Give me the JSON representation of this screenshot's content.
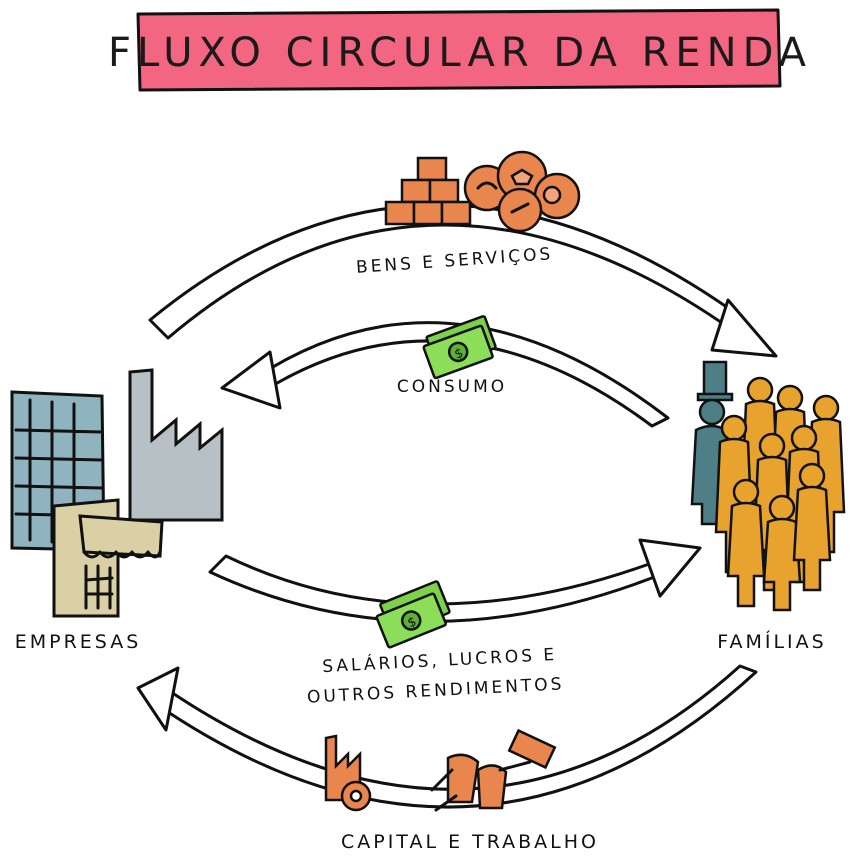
{
  "title": "FLUXO CIRCULAR DA RENDA",
  "nodes": {
    "left": "EMPRESAS",
    "right": "FAMÍLIAS"
  },
  "flows": {
    "goods": "BENS E SERVIÇOS",
    "consumption": "CONSUMO",
    "income_line1": "SALÁRIOS, LUCROS E",
    "income_line2": "OUTROS RENDIMENTOS",
    "factors": "CAPITAL E TRABALHO"
  },
  "colors": {
    "title_bg": "#f26681",
    "money": "#7ed14a",
    "goods": "#e8864e",
    "people": "#e7a32e",
    "rich_person": "#4f7f86",
    "building_blue": "#8fb4bf",
    "factory_grey": "#b7c0c4",
    "shop_beige": "#d9d0a6"
  },
  "icons": [
    "boxes-icon",
    "goods-coins-icon",
    "money-icon",
    "factory-icon",
    "office-building-icon",
    "shop-icon",
    "crowd-icon",
    "gear-icon",
    "tools-icon"
  ]
}
